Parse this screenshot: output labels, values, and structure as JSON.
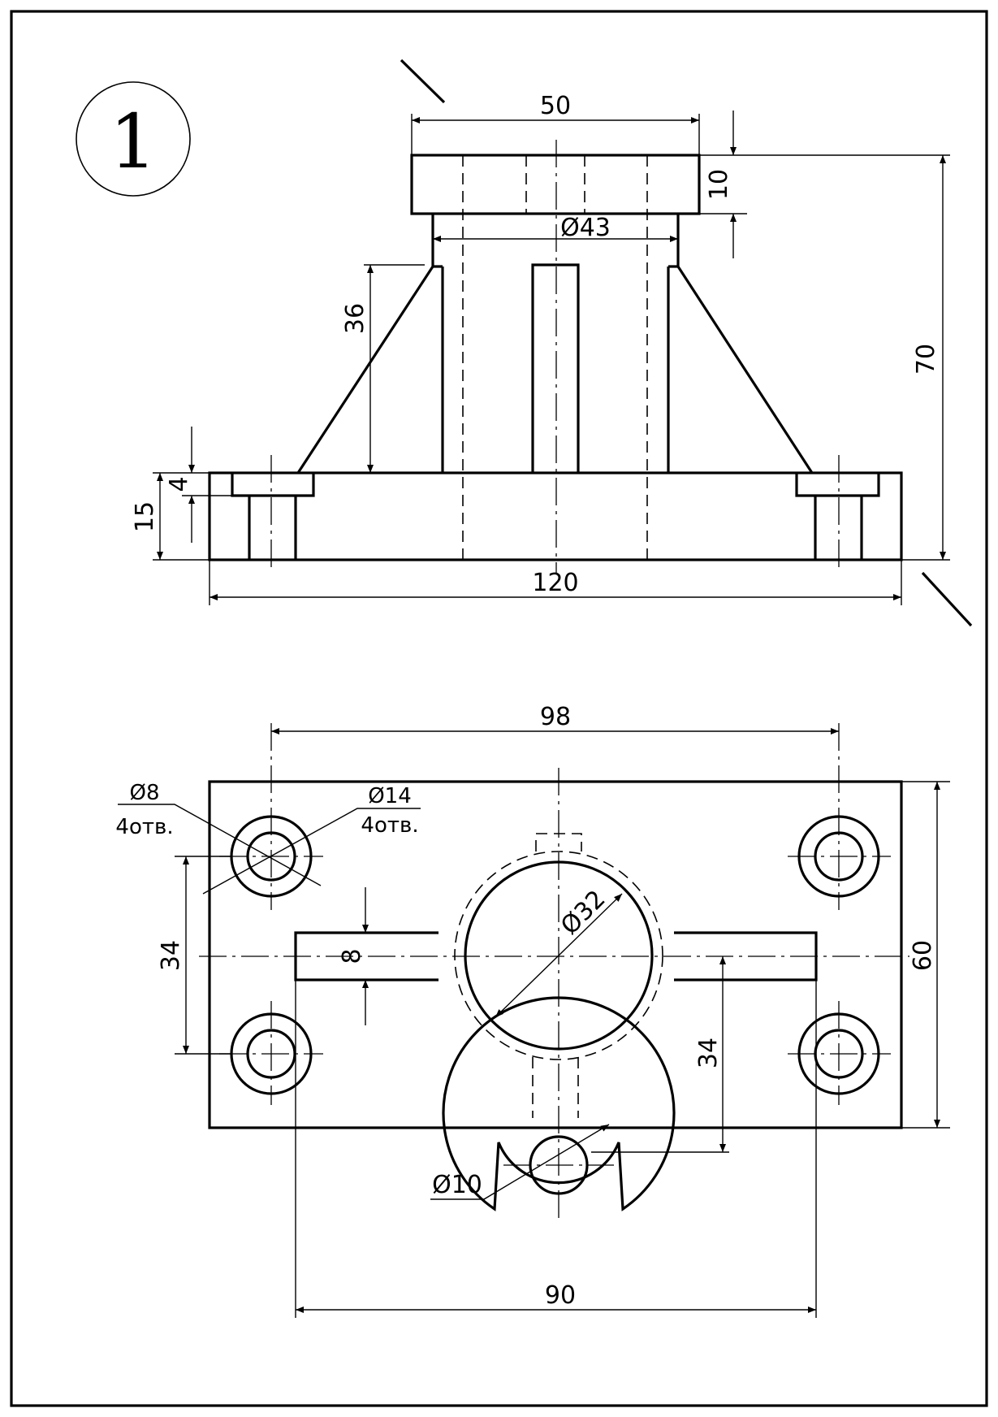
{
  "sheet": {
    "number": "1"
  },
  "front_view": {
    "dims": {
      "top_width": "50",
      "flange_height": "10",
      "bore_diameter": "Ø43",
      "rib_height": "36",
      "total_height": "70",
      "counterbore_depth": "4",
      "base_height": "15",
      "base_length": "120"
    }
  },
  "top_view": {
    "dims": {
      "hole_spacing_x": "98",
      "small_hole_diameter": "Ø8",
      "small_hole_count": "4отв.",
      "counterbore_diameter": "Ø14",
      "counterbore_count": "4отв.",
      "hole_spacing_y": "34",
      "slot_width": "8",
      "boss_diameter": "Ø32",
      "lug_offset": "34",
      "base_width": "60",
      "lug_hole_diameter": "Ø10",
      "slot_span": "90"
    }
  }
}
